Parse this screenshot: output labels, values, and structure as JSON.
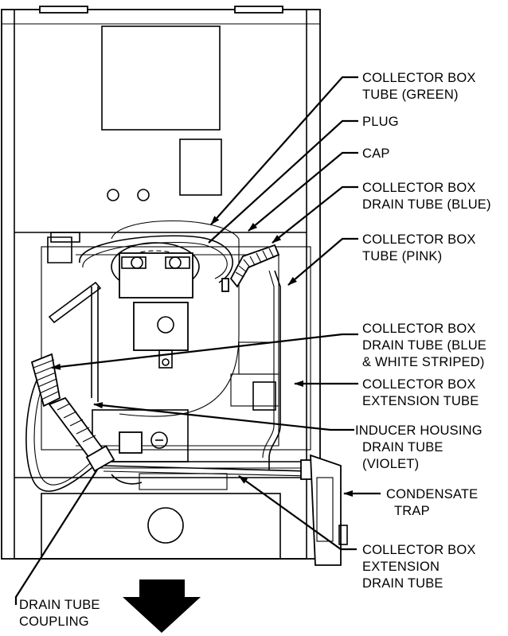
{
  "labels": {
    "collector_box_tube_green": [
      "COLLECTOR BOX",
      "TUBE (GREEN)"
    ],
    "plug": [
      "PLUG"
    ],
    "cap": [
      "CAP"
    ],
    "collector_box_drain_tube_blue": [
      "COLLECTOR BOX",
      "DRAIN TUBE (BLUE)"
    ],
    "collector_box_tube_pink": [
      "COLLECTOR BOX",
      "TUBE (PINK)"
    ],
    "collector_box_drain_tube_blue_white": [
      "COLLECTOR BOX",
      "DRAIN TUBE (BLUE",
      "& WHITE STRIPED)"
    ],
    "collector_box_extension_tube": [
      "COLLECTOR BOX",
      "EXTENSION TUBE"
    ],
    "inducer_housing_drain_tube": [
      "INDUCER HOUSING",
      "DRAIN TUBE",
      "(VIOLET)"
    ],
    "condensate_trap": [
      "CONDENSATE",
      "TRAP"
    ],
    "collector_box_extension_drain_tube": [
      "COLLECTOR BOX",
      "EXTENSION",
      "DRAIN TUBE"
    ],
    "drain_tube_coupling": [
      "DRAIN TUBE",
      "COUPLING"
    ]
  },
  "colors": {
    "line": "#000000",
    "background": "#ffffff"
  },
  "icons": {
    "flow_arrow": "down-arrow-icon"
  }
}
